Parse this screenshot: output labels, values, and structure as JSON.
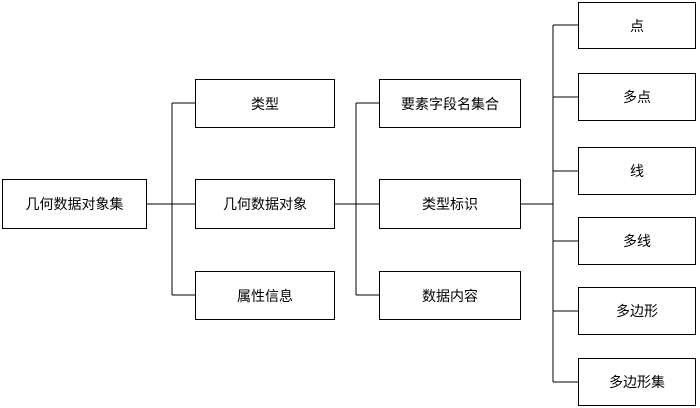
{
  "root": {
    "label": "几何数据对象集"
  },
  "level1": {
    "type": "类型",
    "geometry_object": "几何数据对象",
    "attributes": "属性信息"
  },
  "level2": {
    "feature_fields": "要素字段名集合",
    "type_id": "类型标识",
    "data_content": "数据内容"
  },
  "geometry_types": [
    "点",
    "多点",
    "线",
    "多线",
    "多边形",
    "多边形集"
  ]
}
